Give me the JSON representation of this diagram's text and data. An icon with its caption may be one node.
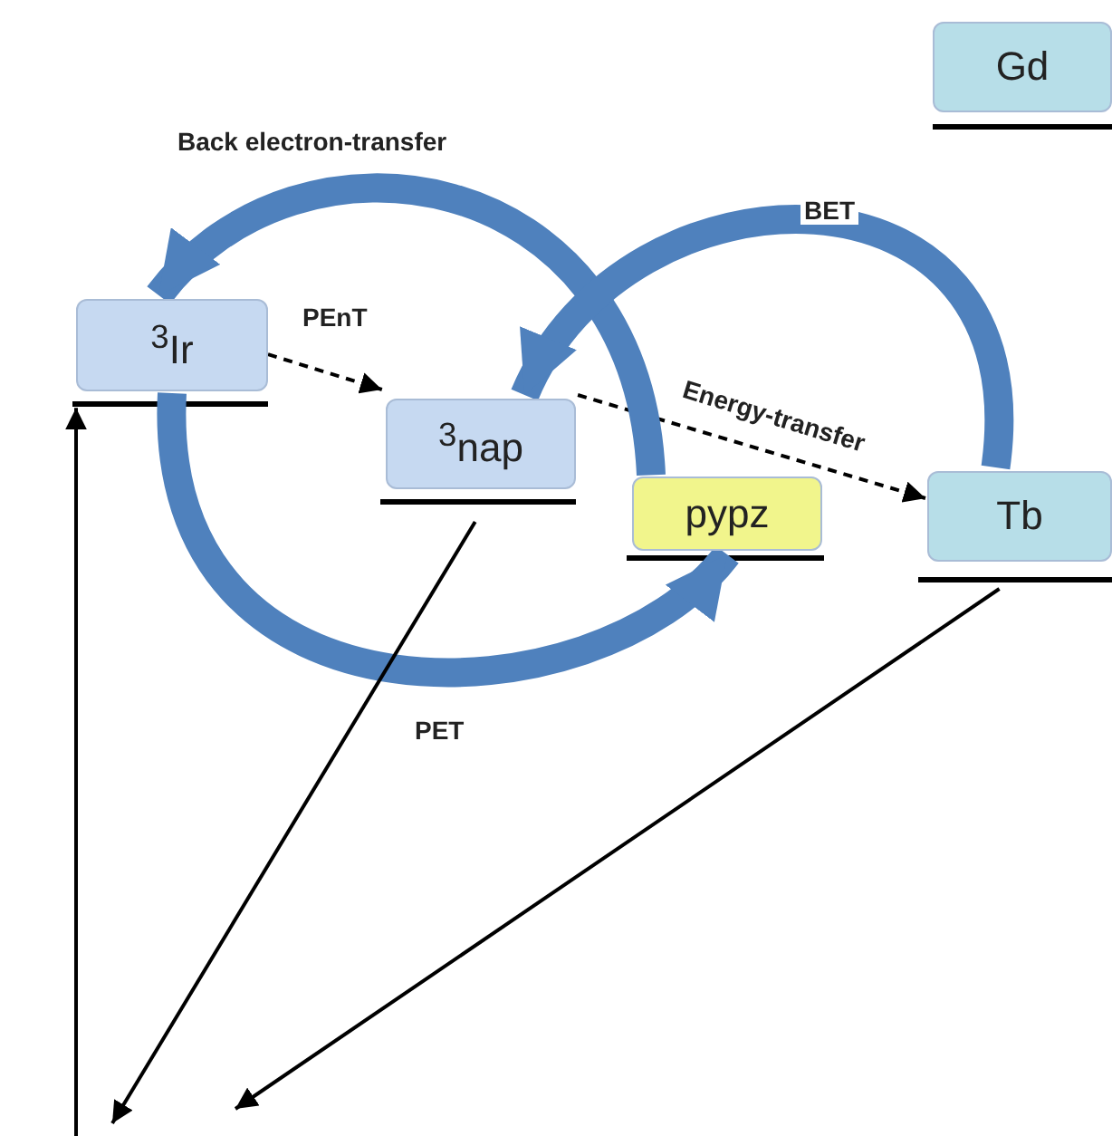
{
  "diagram": {
    "nodes": [
      {
        "text": [
          "$^{3}$Ir"
        ]
      },
      {
        "text": [
          "$^{3}$nap"
        ]
      },
      {
        "text": [
          "pypz"
        ]
      },
      {
        "text": [
          "Tb"
        ]
      },
      {
        "text": [
          "Gd"
        ]
      }
    ],
    "edges": [
      {
        "from": null,
        "to": 0,
        "arrow": "to"
      },
      {
        "from": 0,
        "to": 1,
        "arrow": "to",
        "style": "dashed",
        "label": "PEnT"
      },
      {
        "from": 1,
        "to": 3,
        "arrow": "to",
        "style": "dashed",
        "label": "Energy-transfer"
      },
      {
        "from": 2,
        "to": 0,
        "arrow": "to",
        "style": "thick",
        "color": "#4f81bd",
        "label": "Back electron-transfer"
      },
      {
        "from": 3,
        "to": 1,
        "arrow": "to",
        "style": "thick",
        "color": "#4f81bd",
        "label": "BET"
      },
      {
        "from": 0,
        "to": 2,
        "arrow": "to",
        "style": "thick",
        "color": "#4f81bd",
        "label": "PET"
      },
      {
        "from": 1,
        "to": null,
        "arrow": "to"
      },
      {
        "from": 3,
        "to": null,
        "arrow": "to"
      }
    ]
  }
}
